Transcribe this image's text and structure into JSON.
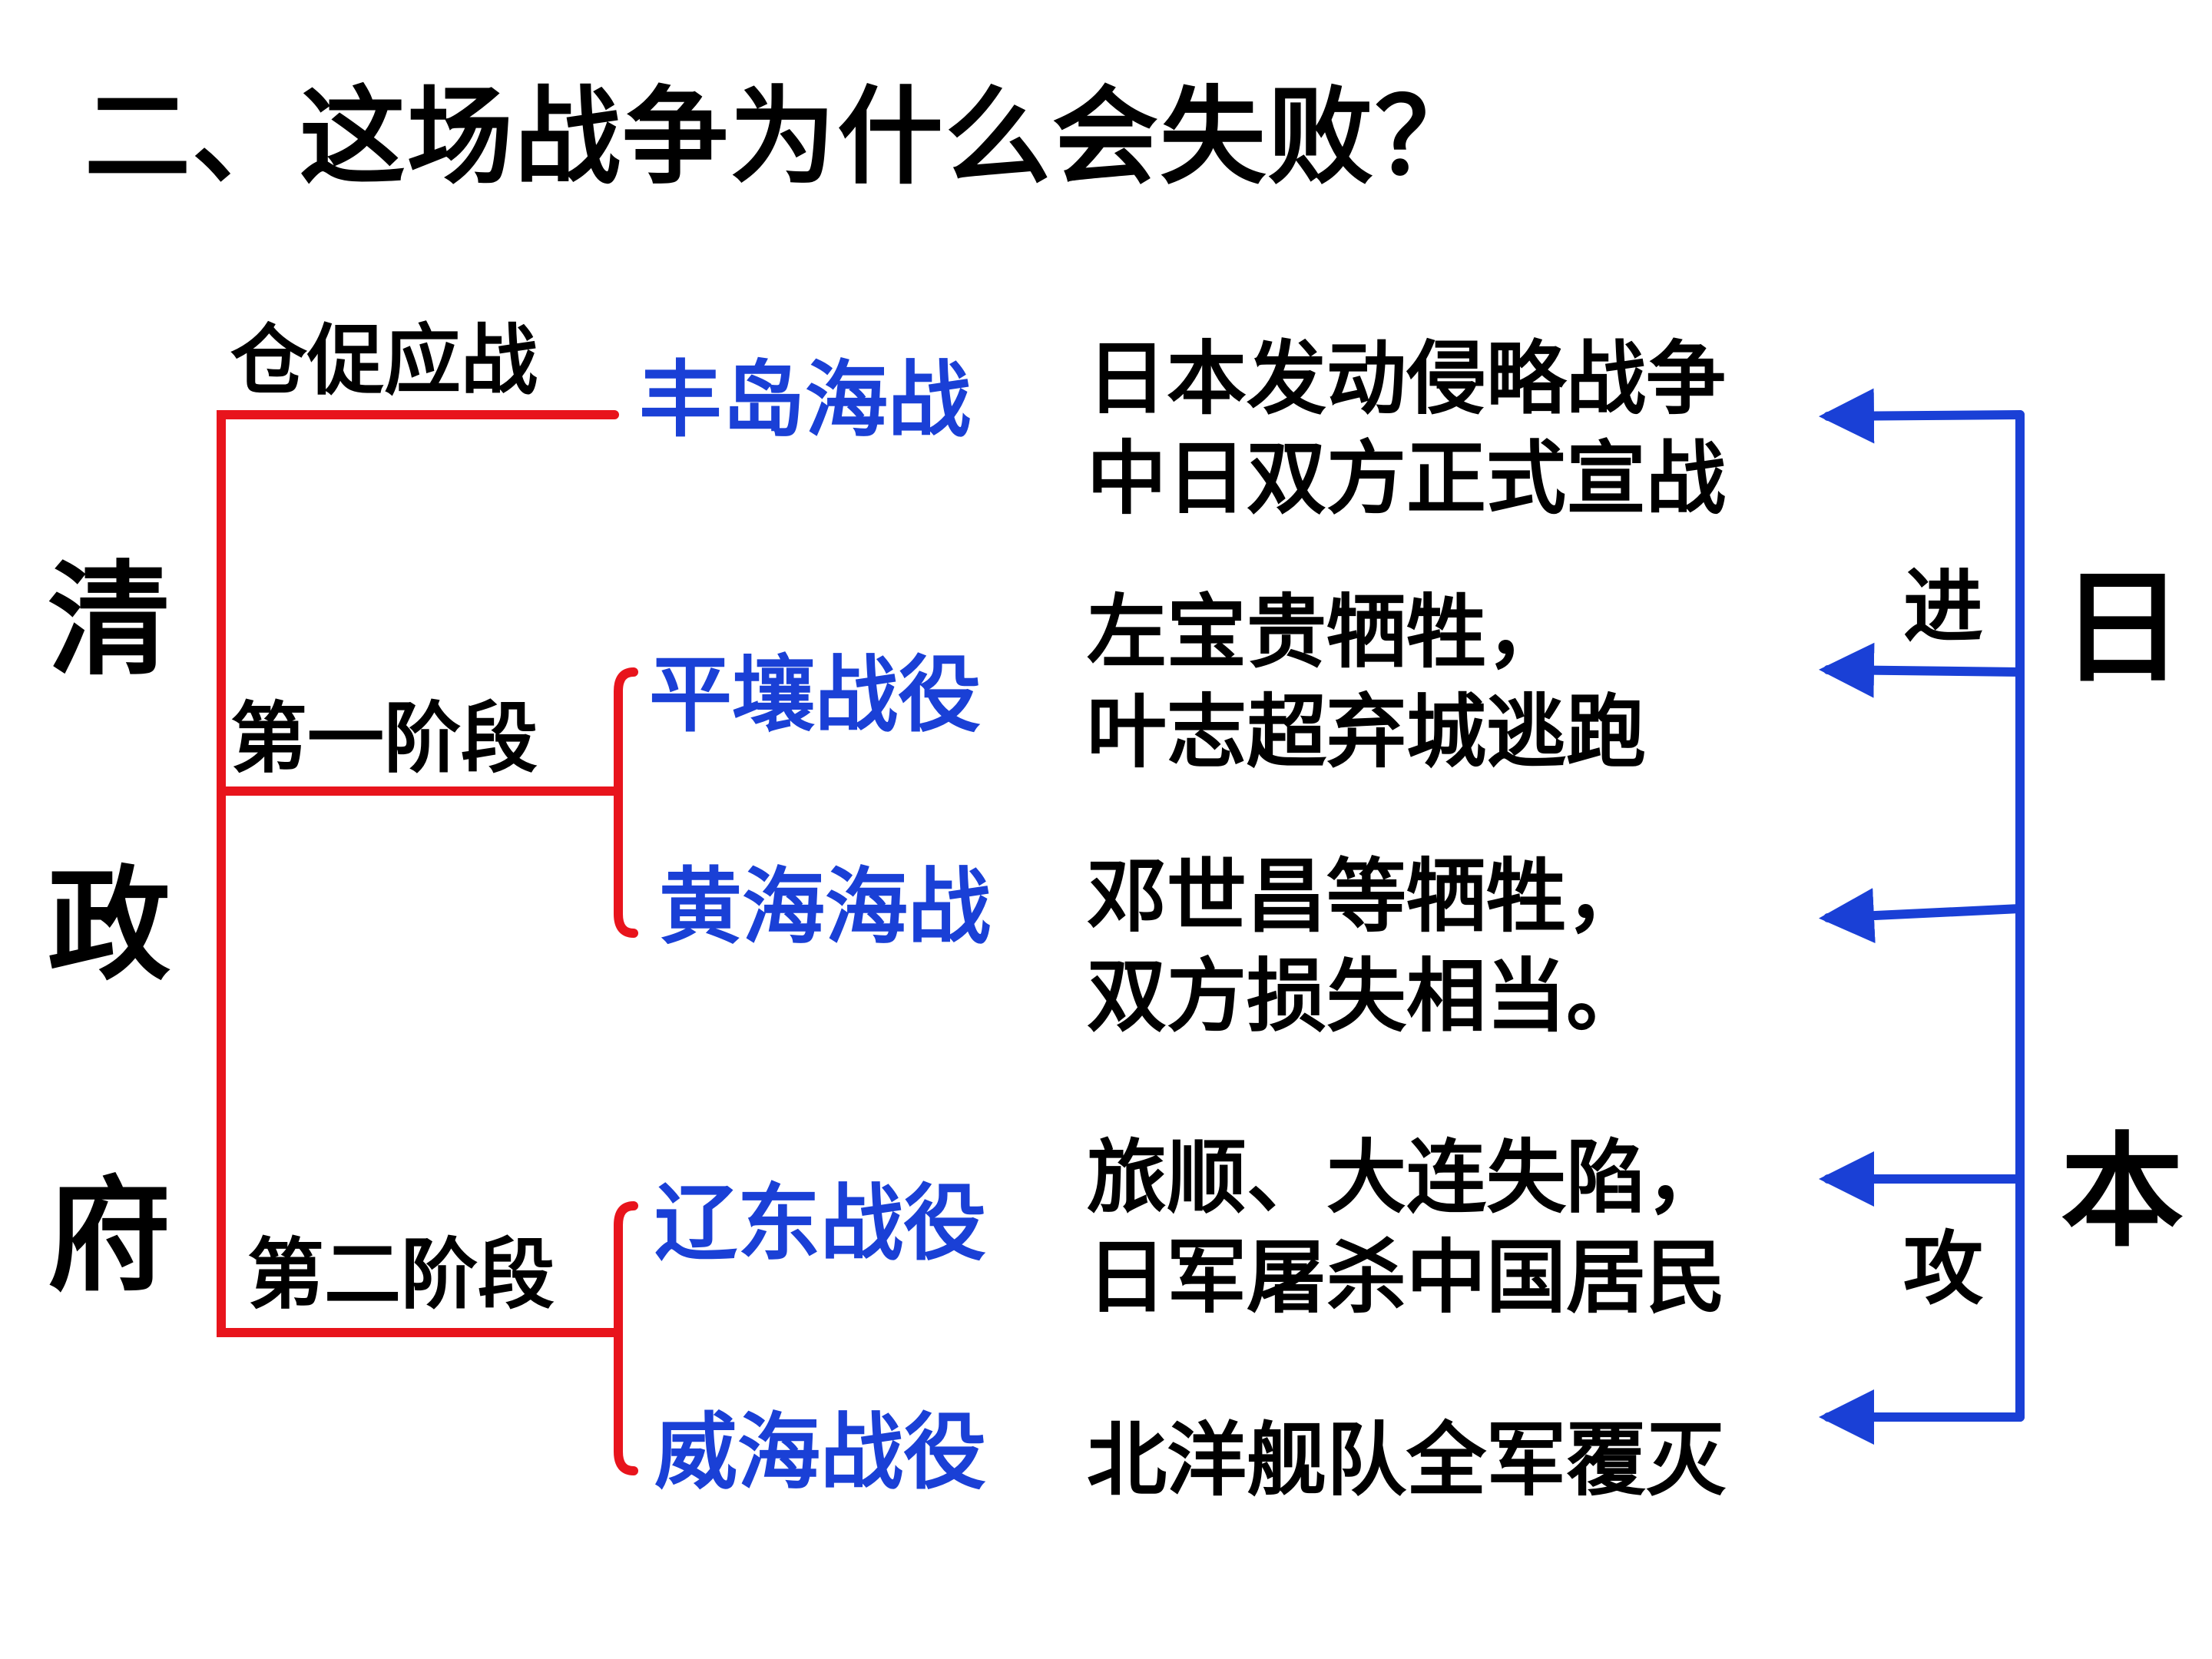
{
  "title": "二、这场战争为什么会失败？",
  "left_side": {
    "chars": [
      "清",
      "政",
      "府"
    ]
  },
  "right_side": {
    "chars": [
      "日",
      "本"
    ],
    "attack_chars": [
      "进",
      "攻"
    ]
  },
  "labels": {
    "hasty_response": "仓促应战",
    "stage_one": "第一阶段",
    "stage_two": "第二阶段"
  },
  "battles": [
    {
      "name": "丰岛海战",
      "lines": [
        "日本发动侵略战争",
        "中日双方正式宣战"
      ]
    },
    {
      "name": "平壤战役",
      "lines": [
        "左宝贵牺牲，",
        "叶志超弃城逃跑"
      ]
    },
    {
      "name": "黄海海战",
      "lines": [
        "邓世昌等牺牲，",
        "双方损失相当。"
      ]
    },
    {
      "name": "辽东战役",
      "lines": [
        "旅顺、大连失陷，",
        "日军屠杀中国居民"
      ]
    },
    {
      "name": "威海战役",
      "lines": [
        "北洋舰队全军覆灭"
      ]
    }
  ],
  "colors": {
    "qing_bracket": "#e8141c",
    "japan_bracket": "#1a40d6",
    "battle_text": "#1a40d6"
  }
}
